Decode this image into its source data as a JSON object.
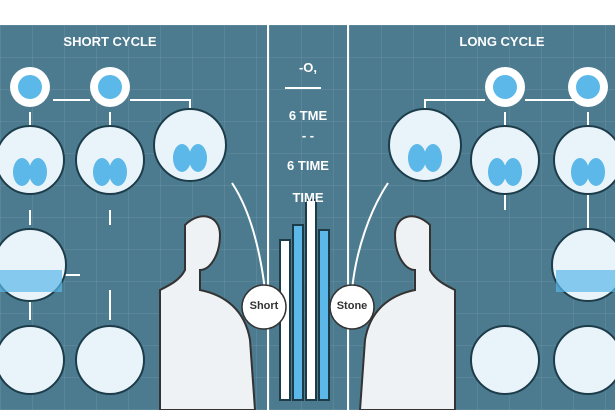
{
  "left_title": "SHORT CYCLE",
  "right_title": "LONG CYCLE",
  "center": {
    "l1": "-O,",
    "l2": "6 TME",
    "l3": "- -",
    "l4": "6 TIME",
    "l5": "TIME"
  },
  "bubble_left": "Short",
  "bubble_right": "Stone",
  "colors": {
    "panel": "#4c7b90",
    "accent": "#5bb8e8"
  }
}
